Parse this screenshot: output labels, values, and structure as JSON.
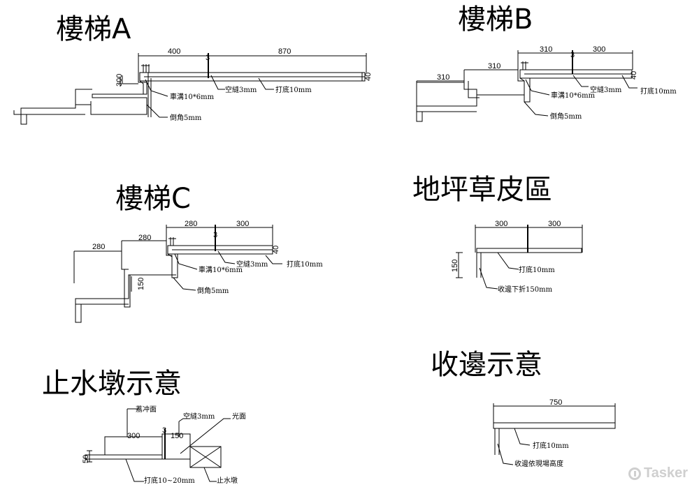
{
  "titles": {
    "stair_a": "樓梯A",
    "stair_b": "樓梯B",
    "stair_c": "樓梯C",
    "lawn": "地坪草皮區",
    "water_stop": "止水墩示意",
    "edge": "收邊示意"
  },
  "stair_a": {
    "dims": [
      "400",
      "870",
      "3",
      "40",
      "300"
    ],
    "notes": [
      "車溝10*6mm",
      "空縫3mm",
      "打底10mm",
      "倒角5mm"
    ]
  },
  "stair_b": {
    "dims": [
      "310",
      "300",
      "310",
      "310",
      "3",
      "40"
    ],
    "notes": [
      "車溝10*6mm",
      "空縫3mm",
      "打底10mm",
      "倒角5mm"
    ]
  },
  "stair_c": {
    "dims": [
      "280",
      "300",
      "280",
      "150",
      "3",
      "40"
    ],
    "notes": [
      "車溝10*6mm",
      "空縫3mm",
      "打底10mm",
      "倒角5mm"
    ]
  },
  "lawn": {
    "dims": [
      "300",
      "300",
      "150"
    ],
    "notes": [
      "打底10mm",
      "收邊下折150mm"
    ]
  },
  "water_stop": {
    "dims": [
      "300",
      "150",
      "3",
      "50"
    ],
    "notes": [
      "荔冲面",
      "空縫3mm",
      "光面",
      "打底10~20mm",
      "止水墩"
    ]
  },
  "edge": {
    "dims": [
      "750"
    ],
    "notes": [
      "打底10mm",
      "收邊依現場高度"
    ]
  },
  "watermark": "Tasker"
}
